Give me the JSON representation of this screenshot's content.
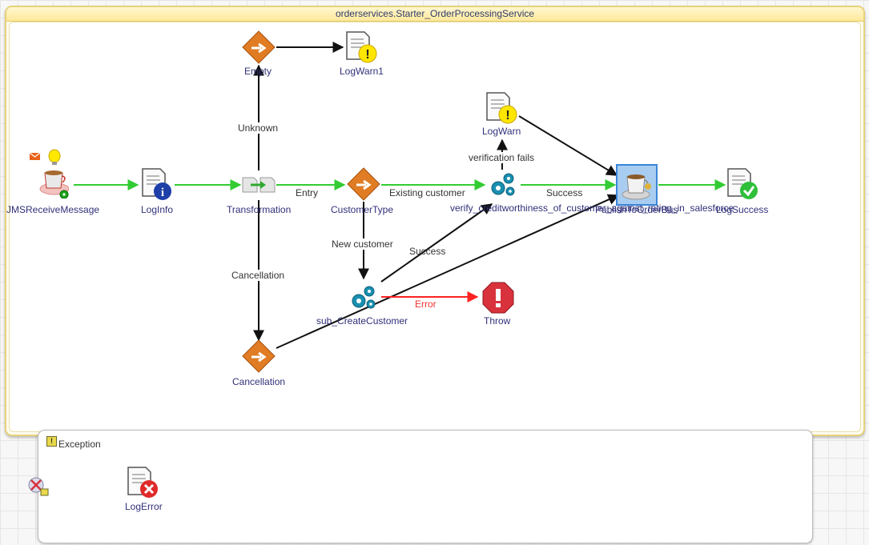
{
  "process": {
    "title": "orderservices.Starter_OrderProcessingService",
    "exception_group_label": "Exception"
  },
  "nodes": {
    "jms": {
      "label": "JMSReceiveMessage",
      "icon": "coffee-cup-receiver-icon"
    },
    "loginfo": {
      "label": "LogInfo",
      "icon": "log-info-icon"
    },
    "transformation": {
      "label": "Transformation",
      "icon": "transformation-icon"
    },
    "customertype": {
      "label": "CustomerType",
      "icon": "route-diamond-icon"
    },
    "verify": {
      "label": "verify_creditworthiness_of_customer_against_rating_in_salesforce",
      "icon": "gear-subprocess-icon"
    },
    "logwarn": {
      "label": "LogWarn",
      "icon": "log-warning-icon"
    },
    "publish": {
      "label": "PublishToOrderBus",
      "icon": "coffee-cup-publisher-icon"
    },
    "logsuccess": {
      "label": "LogSuccess",
      "icon": "log-success-icon"
    },
    "empty": {
      "label": "Empty",
      "icon": "route-diamond-icon"
    },
    "logwarn1": {
      "label": "LogWarn1",
      "icon": "log-warning-icon"
    },
    "subcreate": {
      "label": "sub_CreateCustomer",
      "icon": "gear-subprocess-icon"
    },
    "throw": {
      "label": "Throw",
      "icon": "throw-octagon-icon"
    },
    "cancellation": {
      "label": "Cancellation",
      "icon": "route-diamond-icon"
    },
    "logerror": {
      "label": "LogError",
      "icon": "log-error-icon"
    },
    "catch": {
      "label": "",
      "icon": "catch-all-icon"
    }
  },
  "edges": {
    "entry": "Entry",
    "existing_customer": "Existing customer",
    "success_verify": "Success",
    "verification_fails": "verification fails",
    "unknown": "Unknown",
    "cancellation": "Cancellation",
    "new_customer": "New customer",
    "success_sub": "Success",
    "error": "Error"
  },
  "colors": {
    "success_edge": "#33cc33",
    "error_edge": "#ff2222",
    "default_edge": "#111111",
    "group_border": "#e8d27a",
    "selected_node": "#3a86d9"
  }
}
